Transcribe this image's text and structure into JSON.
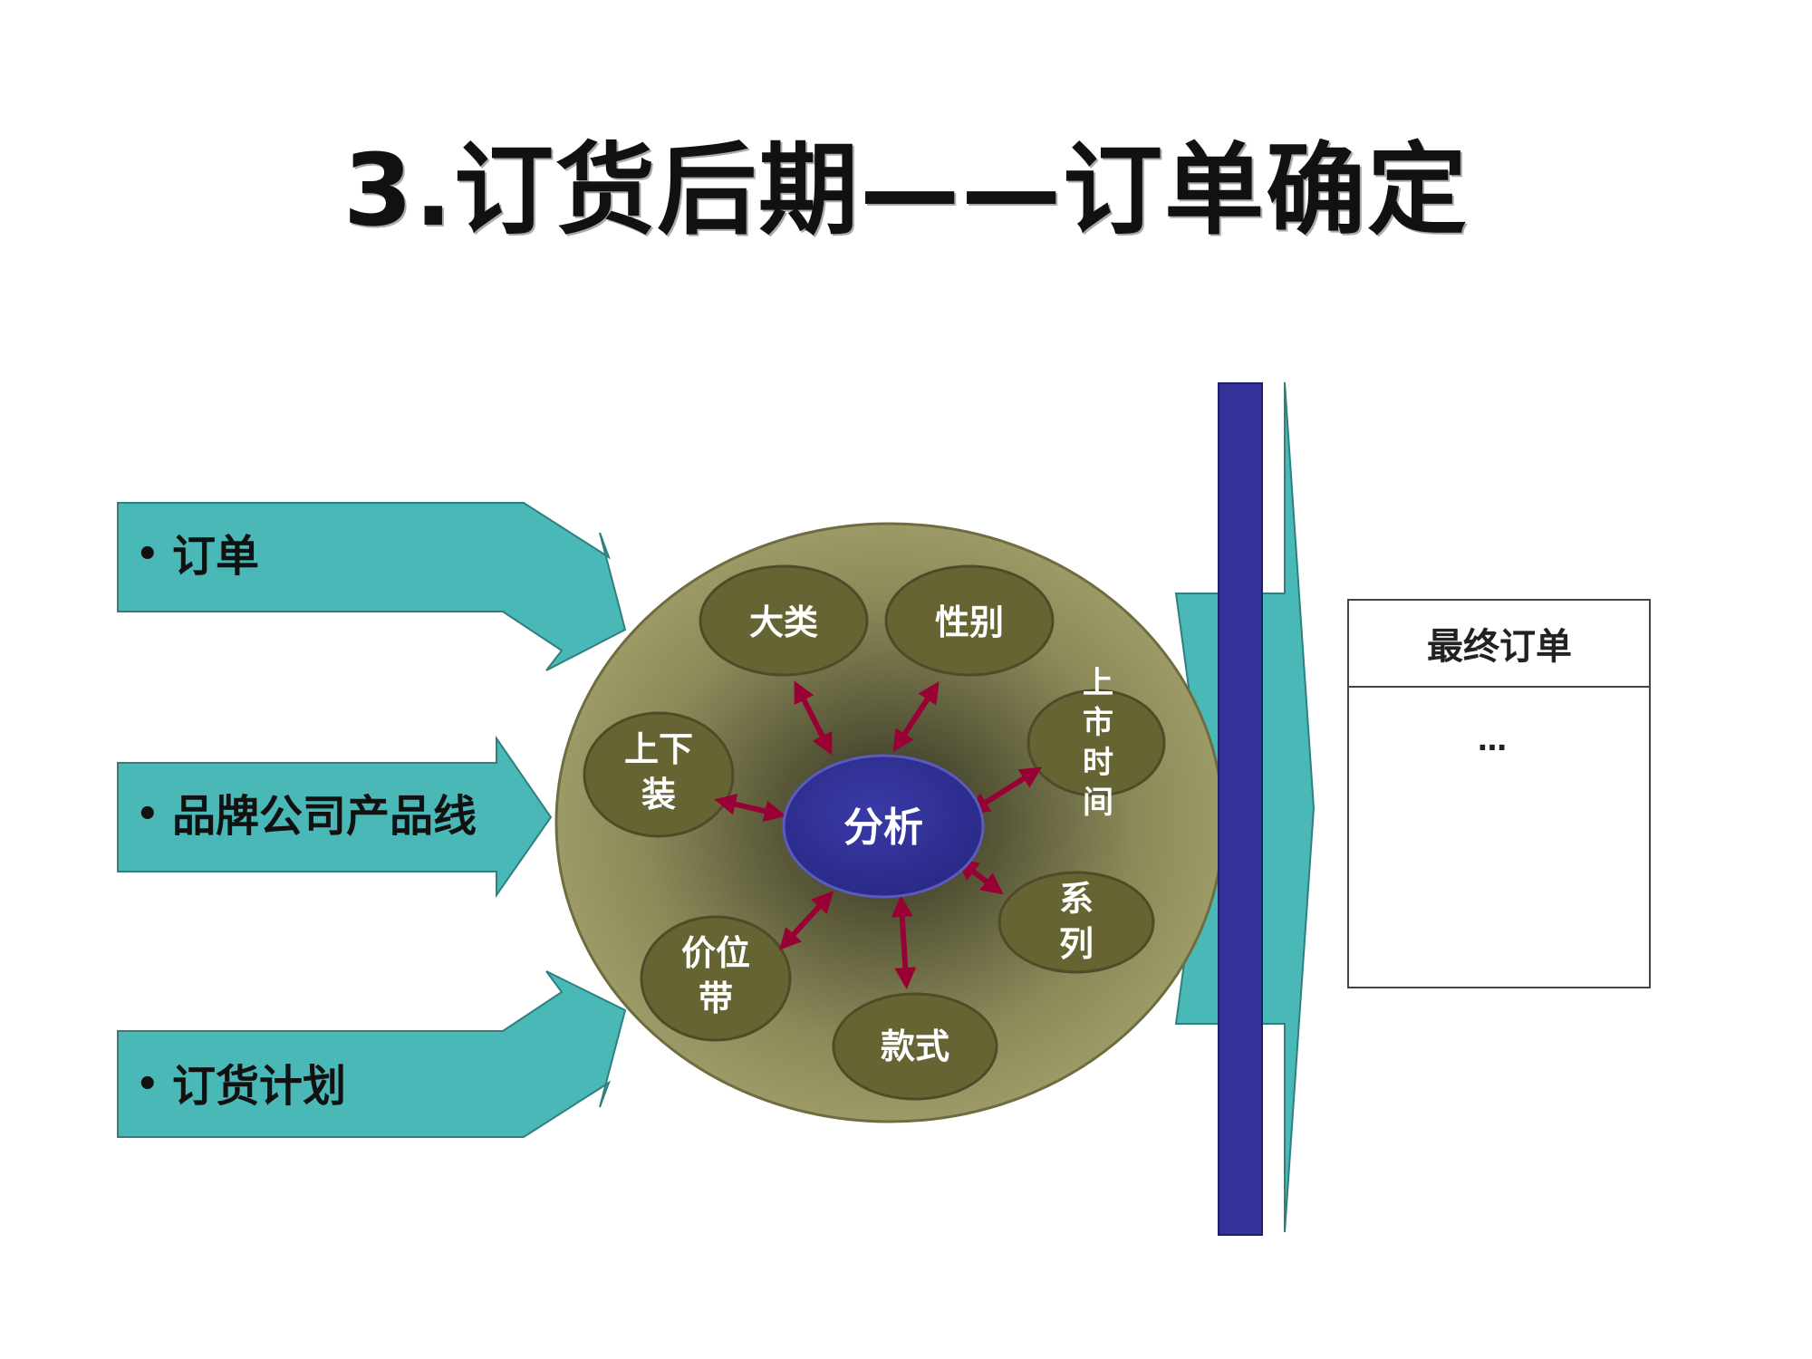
{
  "title": "3.订货后期——订单确定",
  "inputs": [
    {
      "bullet": "•",
      "label": "订单"
    },
    {
      "bullet": "•",
      "label": "品牌公司产品线"
    },
    {
      "bullet": "•",
      "label": "订货计划"
    }
  ],
  "center": {
    "label": "分析"
  },
  "factors": [
    "大类",
    "性别",
    "上市时间",
    "系列",
    "款式",
    "价位带",
    "上下装"
  ],
  "result": {
    "header": "最终订单",
    "body": "…"
  },
  "colors": {
    "arrow": "#4bb8b8",
    "disc_light": "#9a9864",
    "disc_dark": "#3f3f2a",
    "node": "#676434",
    "center": "#333399",
    "double_arrow": "#990033",
    "bar": "#333399"
  }
}
